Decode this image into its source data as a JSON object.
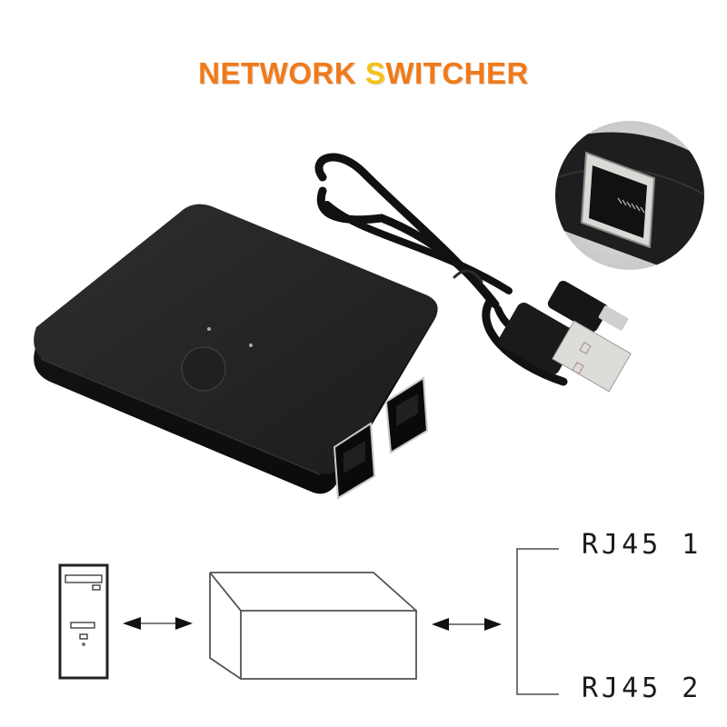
{
  "header": {
    "title_part1": "NETWORK ",
    "title_highlight": "S",
    "title_part2": "WITCHER",
    "colors": {
      "title": "#f07a1a",
      "highlight": "#f5c318"
    }
  },
  "product": {
    "device": "network-switcher-box",
    "button": "switch-button",
    "ports": [
      "rj45-port-1",
      "rj45-port-2"
    ],
    "cable": "usb-to-micro-usb-cable",
    "inset": "rj45-port-closeup"
  },
  "diagram": {
    "computer": "pc-tower-icon",
    "switch": "switch-box-outline",
    "outputs": [
      {
        "label": "RJ45 1"
      },
      {
        "label": "RJ45 2"
      }
    ]
  }
}
